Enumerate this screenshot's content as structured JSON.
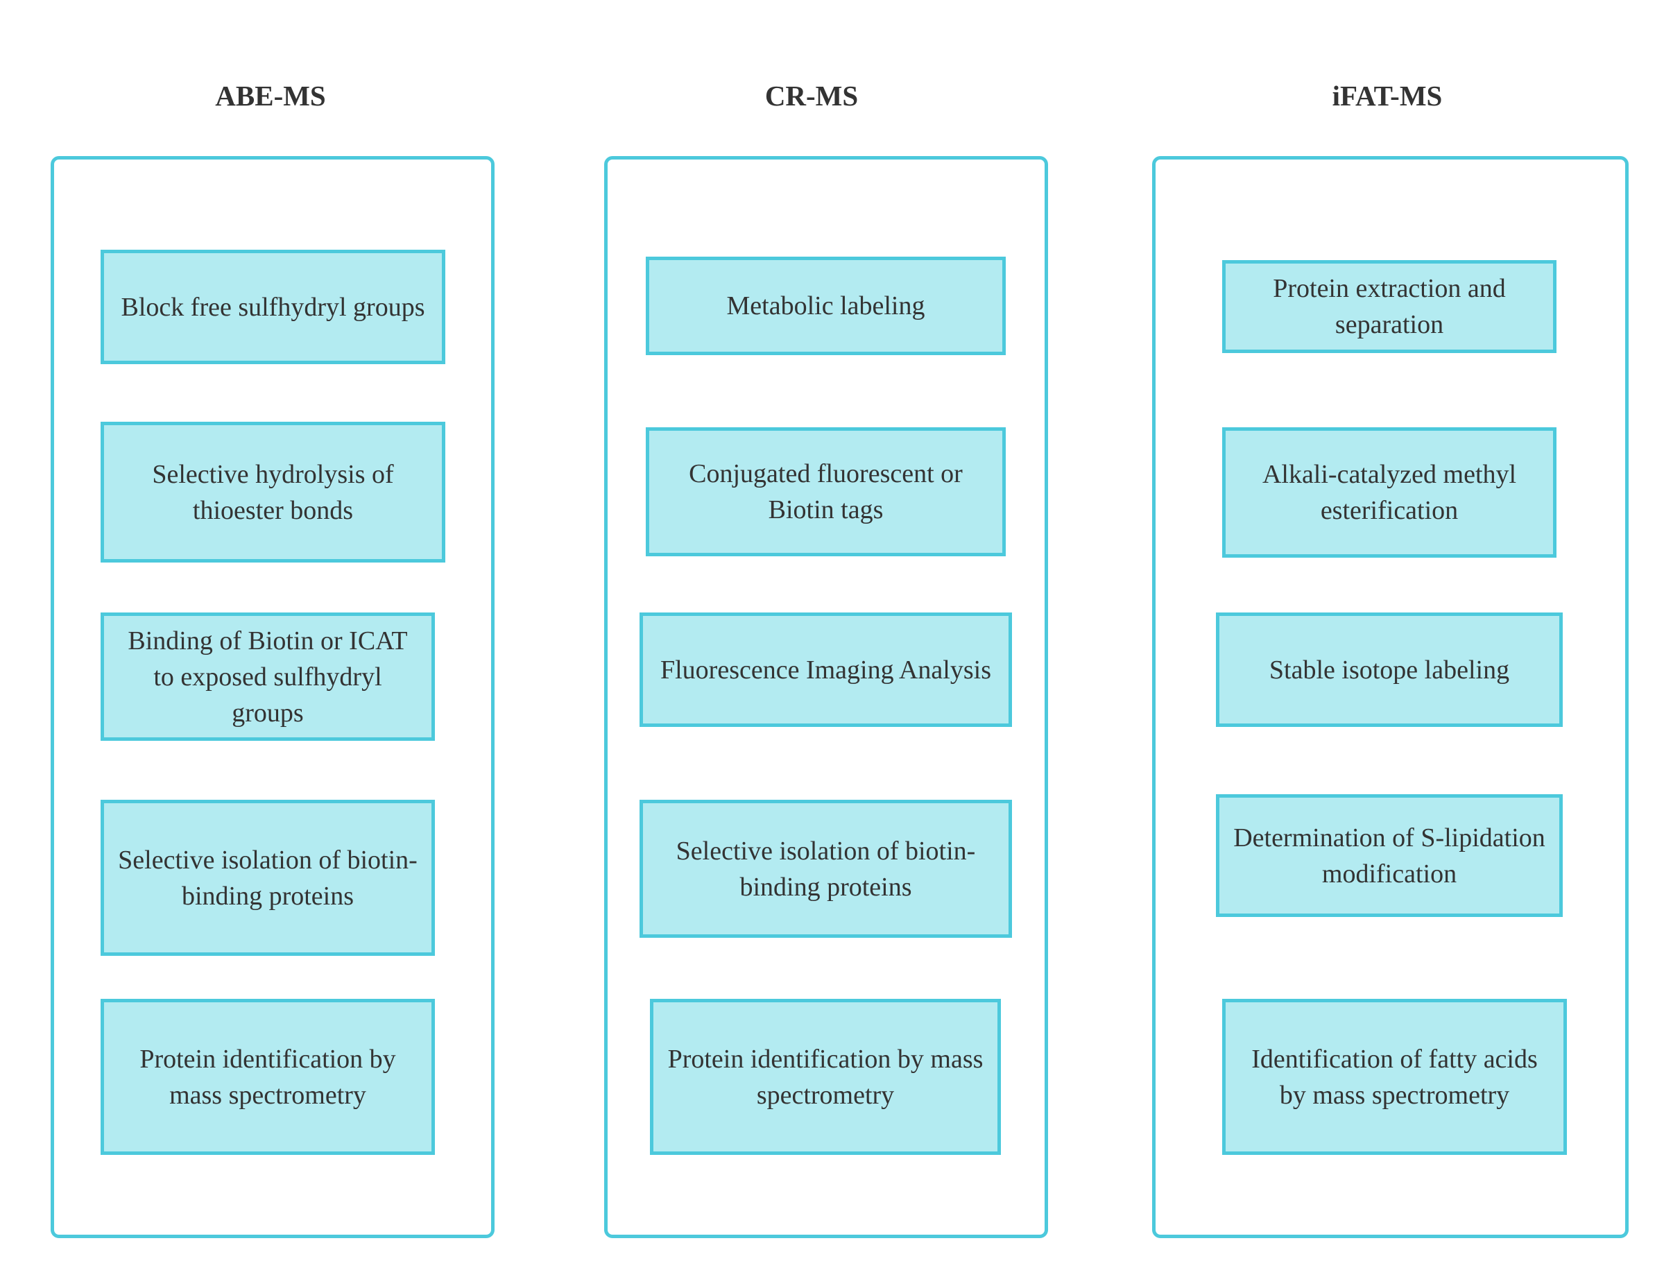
{
  "colors": {
    "border": "#4cc9dc",
    "box_fill": "#b3ebf1",
    "text": "#333333",
    "background": "#ffffff"
  },
  "columns": [
    {
      "title": "ABE-MS",
      "steps": [
        "Block free sulfhydryl groups",
        "Selective hydrolysis of thioester bonds",
        "Binding of Biotin or ICAT to exposed sulfhydryl groups",
        "Selective isolation of biotin-binding proteins",
        "Protein identification by mass spectrometry"
      ]
    },
    {
      "title": "CR-MS",
      "steps": [
        "Metabolic labeling",
        "Conjugated fluorescent or Biotin tags",
        "Fluorescence Imaging Analysis",
        "Selective isolation of biotin-binding proteins",
        "Protein identification by mass spectrometry"
      ]
    },
    {
      "title": "iFAT-MS",
      "steps": [
        "Protein extraction and separation",
        "Alkali-catalyzed methyl esterification",
        "Stable isotope labeling",
        "Determination of S-lipidation modification",
        "Identification of fatty acids by mass spectrometry"
      ]
    }
  ]
}
